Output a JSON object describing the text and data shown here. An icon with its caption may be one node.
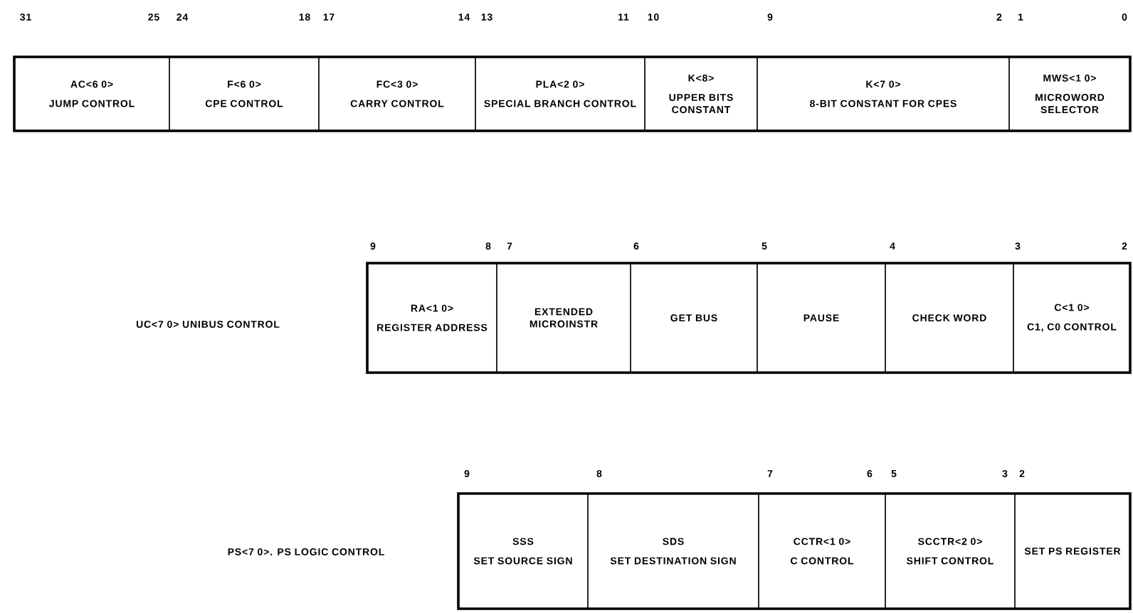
{
  "diagram": {
    "nodes": [
      {
        "text": [
          "AC<6 0>",
          "JUMP CONTROL"
        ]
      },
      {
        "text": [
          "F<6 0>",
          "CPE CONTROL"
        ]
      },
      {
        "text": [
          "FC<3 0>",
          "CARRY CONTROL"
        ]
      },
      {
        "text": [
          "PLA<2 0>",
          "SPECIAL BRANCH CONTROL"
        ]
      },
      {
        "text": [
          "K<8>",
          "UPPER BITS CONSTANT"
        ]
      },
      {
        "text": [
          "K<7 0>",
          "8-BIT CONSTANT FOR CPES"
        ]
      },
      {
        "text": [
          "MWS<1 0>",
          "MICROWORD SELECTOR"
        ]
      },
      {
        "text": [
          "RA<1 0>",
          "REGISTER ADDRESS"
        ]
      },
      {
        "text": [
          "EXTENDED MICROINSTR"
        ]
      },
      {
        "text": [
          "GET BUS"
        ]
      },
      {
        "text": [
          "PAUSE"
        ]
      },
      {
        "text": [
          "CHECK WORD"
        ]
      },
      {
        "text": [
          "C<1 0>",
          "C1, C0 CONTROL"
        ]
      },
      {
        "text": [
          "SSS",
          "SET SOURCE SIGN"
        ]
      },
      {
        "text": [
          "SDS",
          "SET DESTINATION SIGN"
        ]
      },
      {
        "text": [
          "CCTR<1 0>",
          "C CONTROL"
        ]
      },
      {
        "text": [
          "SCCTR<2 0>",
          "SHIFT CONTROL"
        ]
      },
      {
        "text": [
          "SET PS REGISTER"
        ]
      }
    ],
    "labels": [
      "31",
      "25",
      "24",
      "18",
      "17",
      "14",
      "13",
      "11",
      "10",
      "9",
      "2",
      "1",
      "0",
      "9",
      "8",
      "7",
      "6",
      "5",
      "4",
      "3",
      "2",
      "UC<7 0> UNIBUS CONTROL",
      "9",
      "8",
      "7",
      "6",
      "5",
      "3",
      "2",
      "PS<7 0>. PS LOGIC CONTROL"
    ]
  }
}
